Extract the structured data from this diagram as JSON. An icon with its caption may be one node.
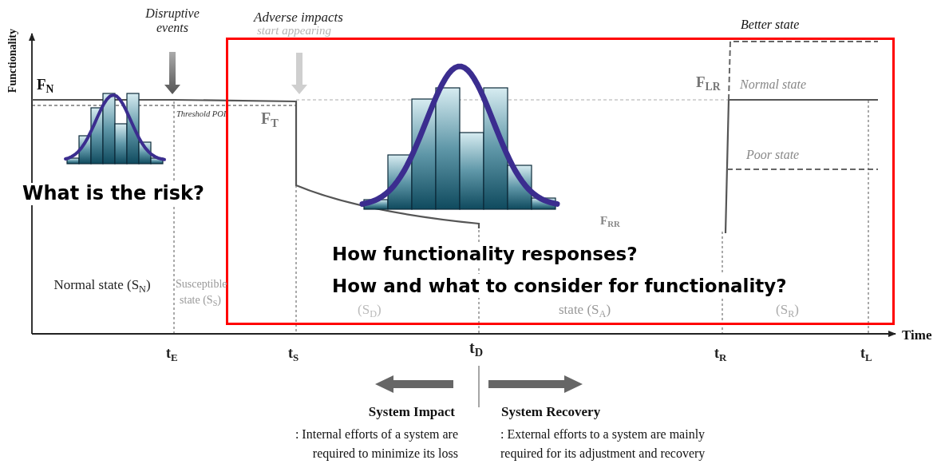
{
  "diagram": {
    "nodes": [
      {
        "text": [
          "How functionality responses?",
          "How and what to consider for functionality?"
        ]
      }
    ],
    "labels": [
      "Functionality",
      "Disruptive events",
      "Adverse impacts",
      "start appearing",
      "Better state",
      "F$_{N}$",
      "Threshold POI",
      "F$_{T}$",
      "F$_{LR}$",
      "Normal state",
      "Poor state",
      "F$_{RR}$",
      "What is the risk?",
      "Normal state (S$_{N}$)",
      "Susceptible state (S$_{S}$)",
      "(S$_{D}$)",
      "state (S$_{A}$)",
      "(S$_{R}$)",
      "Time",
      "t$_{E}$",
      "t$_{S}$",
      "t$_{D}$",
      "t$_{R}$",
      "t$_{L}$",
      "System Impact",
      ": Internal efforts of a system are required to minimize its loss",
      "System Recovery",
      ": External efforts to a system are mainly required for its adjustment and recovery"
    ]
  }
}
